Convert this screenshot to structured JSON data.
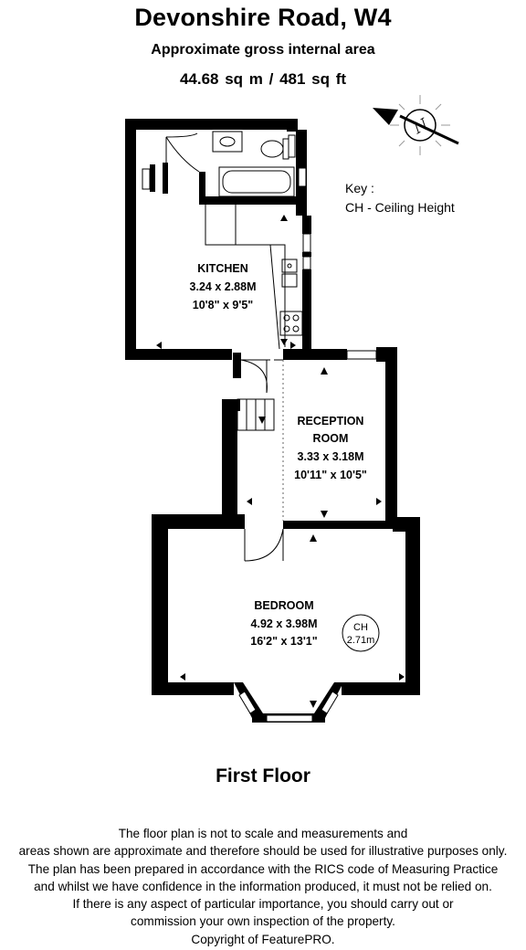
{
  "header": {
    "title": "Devonshire Road, W4",
    "subtitle": "Approximate gross internal area",
    "area": "44.68 sq m /  481 sq ft"
  },
  "key": {
    "heading": "Key :",
    "entry": "CH - Ceiling Height"
  },
  "compass": {
    "letter": "N"
  },
  "rooms": {
    "kitchen": {
      "name": "KITCHEN",
      "metric": "3.24 x 2.88M",
      "imperial": "10'8\" x 9'5\""
    },
    "reception": {
      "name_line1": "RECEPTION",
      "name_line2": "ROOM",
      "metric": "3.33 x 3.18M",
      "imperial": "10'11\" x 10'5\""
    },
    "bedroom": {
      "name": "BEDROOM",
      "metric": "4.92 x 3.98M",
      "imperial": "16'2\" x 13'1\""
    }
  },
  "ceiling_marker": {
    "label": "CH",
    "value": "2.71m"
  },
  "floor_name": "First Floor",
  "disclaimer": [
    "The floor plan is not to scale and measurements and",
    "areas shown are approximate and therefore should be used for illustrative purposes only.",
    "The plan has been prepared in accordance with the RICS code of Measuring Practice",
    "and whilst we have confidence in the information produced, it must not be relied on.",
    "If there is any aspect of particular importance, you should carry out or",
    "commission your own inspection of the property.",
    "Copyright of FeaturePRO."
  ]
}
